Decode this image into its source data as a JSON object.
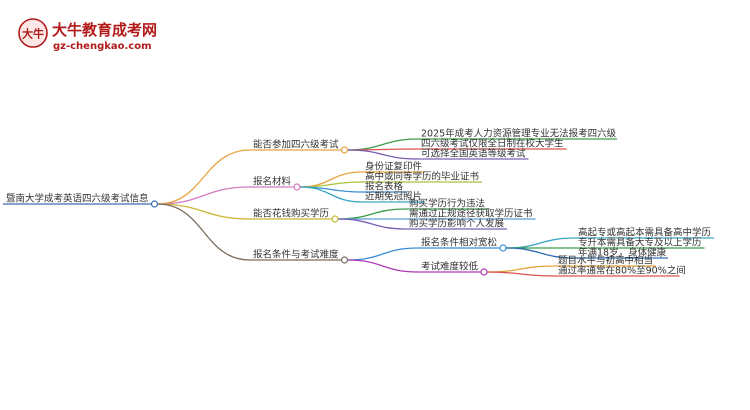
{
  "brand": {
    "name": "大牛教育成考网",
    "url": "gz-chengkao.com",
    "mark": "大牛",
    "color": "#b31b1b"
  },
  "mindmap": {
    "root": "暨南大学成考英语四六级考试信息",
    "branches": [
      {
        "label": "能否参加四六级考试",
        "color": "#e8a33c",
        "children": [
          {
            "label": "2025年成考人力资源管理专业无法报考四六级",
            "color": "#3a9d4a"
          },
          {
            "label": "四六级考试仅限全日制在校大学生",
            "color": "#d9534f"
          },
          {
            "label": "可选择全国英语等级考试",
            "color": "#7a5fb5"
          }
        ]
      },
      {
        "label": "报名材料",
        "color": "#d67ac0",
        "children": [
          {
            "label": "身份证复印件",
            "color": "#e8a33c"
          },
          {
            "label": "高中或同等学历的毕业证书",
            "color": "#a8c43a"
          },
          {
            "label": "报名表格",
            "color": "#3a8fd6"
          },
          {
            "label": "近期免冠照片",
            "color": "#3aa5c4"
          }
        ]
      },
      {
        "label": "能否花钱购买学历",
        "color": "#c8b632",
        "children": [
          {
            "label": "购买学历行为违法",
            "color": "#3a9d4a"
          },
          {
            "label": "需通过正规途径获取学历证书",
            "color": "#5a9ed6"
          },
          {
            "label": "购买学历影响个人发展",
            "color": "#7a5fb5"
          }
        ]
      },
      {
        "label": "报名条件与考试难度",
        "color": "#7a6a5a",
        "children": [
          {
            "label": "报名条件相对宽松",
            "color": "#3a8fd6",
            "children": [
              {
                "label": "高起专或高起本需具备高中学历",
                "color": "#3aa5c4"
              },
              {
                "label": "专升本需具备大专及以上学历",
                "color": "#3a9d4a"
              },
              {
                "label": "年满18岁，身体健康",
                "color": "#2f6fb5"
              }
            ]
          },
          {
            "label": "考试难度较低",
            "color": "#b03ab5",
            "children": [
              {
                "label": "题目水平与初高中相当",
                "color": "#e8a33c"
              },
              {
                "label": "通过率通常在80%至90%之间",
                "color": "#d9534f"
              }
            ]
          }
        ]
      }
    ]
  }
}
